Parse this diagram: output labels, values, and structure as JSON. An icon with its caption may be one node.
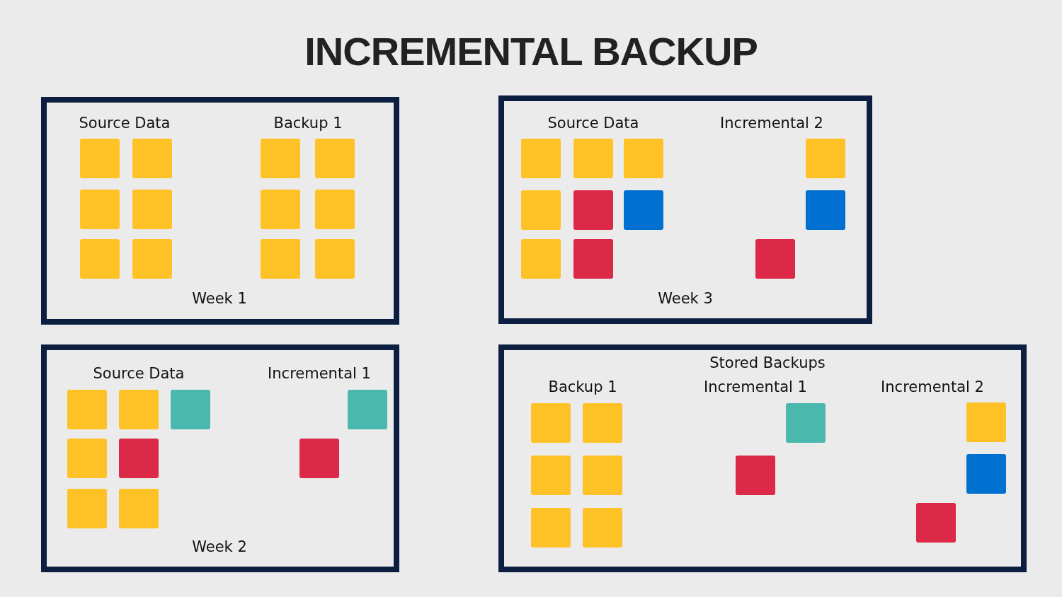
{
  "diagram": {
    "title": "INCREMENTAL BACKUP",
    "nodes": [
      {
        "text": [
          "Source Data",
          "Backup 1",
          "Week 1"
        ]
      },
      {
        "text": [],
        "shape": "box",
        "in": 0
      },
      {
        "text": [],
        "shape": "box",
        "in": 0
      },
      {
        "text": [],
        "shape": "box",
        "in": 0
      },
      {
        "text": [],
        "shape": "box",
        "in": 0
      },
      {
        "text": [],
        "shape": "box",
        "in": 0
      },
      {
        "text": [],
        "shape": "box",
        "in": 0
      },
      {
        "text": [],
        "shape": "box",
        "in": 0
      },
      {
        "text": [],
        "shape": "box",
        "in": 0
      },
      {
        "text": [],
        "shape": "box",
        "in": 0
      },
      {
        "text": [],
        "shape": "box",
        "in": 0
      },
      {
        "text": [],
        "shape": "box",
        "in": 0
      },
      {
        "text": [],
        "shape": "box",
        "in": 0
      },
      {
        "text": [
          "Source Data",
          "Incremental 2",
          "Week 3"
        ]
      },
      {
        "text": [],
        "shape": "box",
        "in": 13
      },
      {
        "text": [],
        "shape": "box",
        "in": 13
      },
      {
        "text": [],
        "shape": "box",
        "in": 13
      },
      {
        "text": [],
        "shape": "box",
        "in": 13
      },
      {
        "text": [],
        "shape": "box",
        "in": 13
      },
      {
        "text": [],
        "shape": "box",
        "in": 13
      },
      {
        "text": [],
        "shape": "box",
        "in": 13
      },
      {
        "text": [],
        "shape": "box",
        "in": 13
      },
      {
        "text": [],
        "shape": "box",
        "in": 13
      },
      {
        "text": [],
        "shape": "box",
        "in": 13
      },
      {
        "text": [],
        "shape": "box",
        "in": 13
      },
      {
        "text": [
          "Source Data",
          "Incremental 1",
          "Week 2"
        ]
      },
      {
        "text": [],
        "shape": "box",
        "in": 25
      },
      {
        "text": [],
        "shape": "box",
        "in": 25
      },
      {
        "text": [],
        "shape": "box",
        "in": 25
      },
      {
        "text": [],
        "shape": "box",
        "in": 25
      },
      {
        "text": [],
        "shape": "box",
        "in": 25
      },
      {
        "text": [],
        "shape": "box",
        "in": 25
      },
      {
        "text": [],
        "shape": "box",
        "in": 25
      },
      {
        "text": [],
        "shape": "box",
        "in": 25
      },
      {
        "text": [],
        "shape": "box",
        "in": 25
      },
      {
        "text": [
          "Stored Backups",
          "Backup 1",
          "Incremental 1",
          "Incremental 2"
        ]
      },
      {
        "text": [],
        "shape": "box",
        "in": 35
      },
      {
        "text": [],
        "shape": "box",
        "in": 35
      },
      {
        "text": [],
        "shape": "box",
        "in": 35
      },
      {
        "text": [],
        "shape": "box",
        "in": 35
      },
      {
        "text": [],
        "shape": "box",
        "in": 35
      },
      {
        "text": [],
        "shape": "box",
        "in": 35
      },
      {
        "text": [],
        "shape": "box",
        "in": 35
      },
      {
        "text": [],
        "shape": "box",
        "in": 35
      },
      {
        "text": [],
        "shape": "box",
        "in": 35
      },
      {
        "text": [],
        "shape": "box",
        "in": 35
      },
      {
        "text": [],
        "shape": "box",
        "in": 35
      }
    ],
    "edges": []
  }
}
